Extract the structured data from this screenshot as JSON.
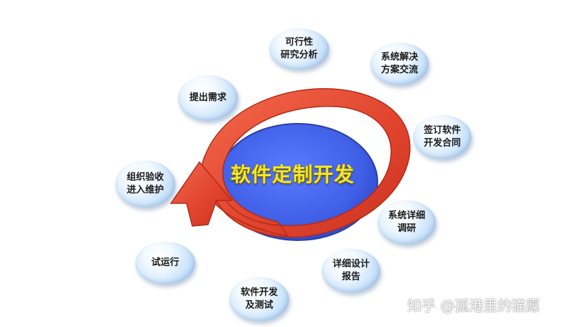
{
  "center": {
    "title": "软件定制开发"
  },
  "steps": [
    {
      "id": "feasibility",
      "lines": [
        "可行性",
        "研究分析"
      ]
    },
    {
      "id": "solution",
      "lines": [
        "系统解决",
        "方案交流"
      ]
    },
    {
      "id": "contract",
      "lines": [
        "签订软件",
        "开发合同"
      ]
    },
    {
      "id": "detail-survey",
      "lines": [
        "系统详细",
        "调研"
      ]
    },
    {
      "id": "detail-design",
      "lines": [
        "详细设计",
        "报告"
      ]
    },
    {
      "id": "dev-test",
      "lines": [
        "软件开发",
        "及测试"
      ]
    },
    {
      "id": "trial-run",
      "lines": [
        "试运行"
      ]
    },
    {
      "id": "acceptance",
      "lines": [
        "组织验收",
        "进入维护"
      ]
    },
    {
      "id": "requirements",
      "lines": [
        "提出需求"
      ]
    }
  ],
  "watermark": {
    "text": "知乎 @孤港里的猫愿"
  },
  "colors": {
    "ellipse_fill": "#3f5fe6",
    "arrow_fill": "#e2452f",
    "bubble_fill": "#cfe6fb",
    "title_color": "#f3e629"
  }
}
